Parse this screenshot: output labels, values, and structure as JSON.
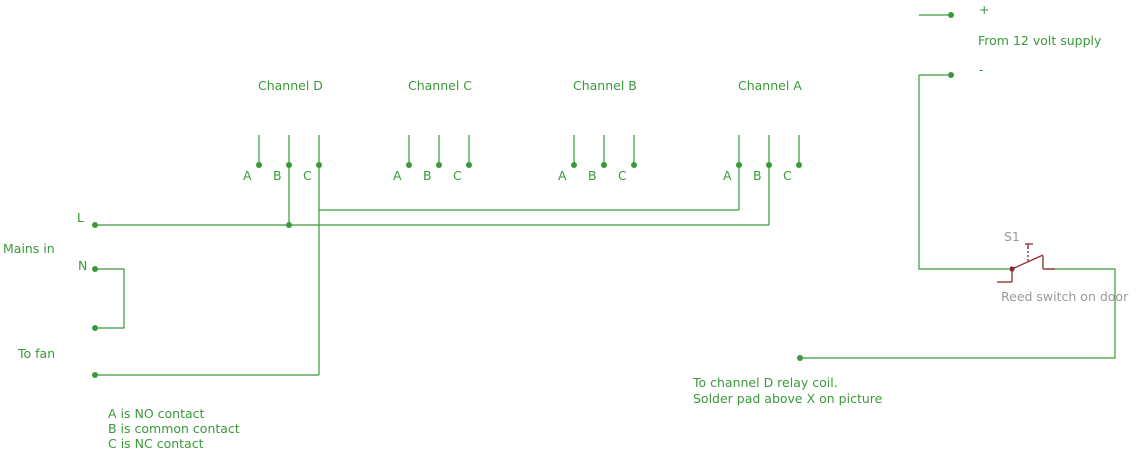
{
  "diagram": {
    "channels": [
      {
        "name": "Channel D",
        "pins": [
          "A",
          "B",
          "C"
        ]
      },
      {
        "name": "Channel C",
        "pins": [
          "A",
          "B",
          "C"
        ]
      },
      {
        "name": "Channel B",
        "pins": [
          "A",
          "B",
          "C"
        ]
      },
      {
        "name": "Channel A",
        "pins": [
          "A",
          "B",
          "C"
        ]
      }
    ],
    "supply": {
      "plus": "+",
      "minus": "-",
      "label": "From 12 volt supply"
    },
    "mains": {
      "label": "Mains in",
      "live": "L",
      "neutral": "N"
    },
    "fan_label": "To fan",
    "switch": {
      "designator": "S1",
      "label": "Reed switch on door"
    },
    "coil_note": [
      "To channel D relay coil.",
      "Solder pad above X on picture"
    ],
    "legend": [
      "A is NO contact",
      "B is common contact",
      "C is NC contact"
    ],
    "colors": {
      "wire": "#3a9a3a",
      "switch": "#8b2a2a",
      "switch_label": "#9a9a9a"
    }
  }
}
